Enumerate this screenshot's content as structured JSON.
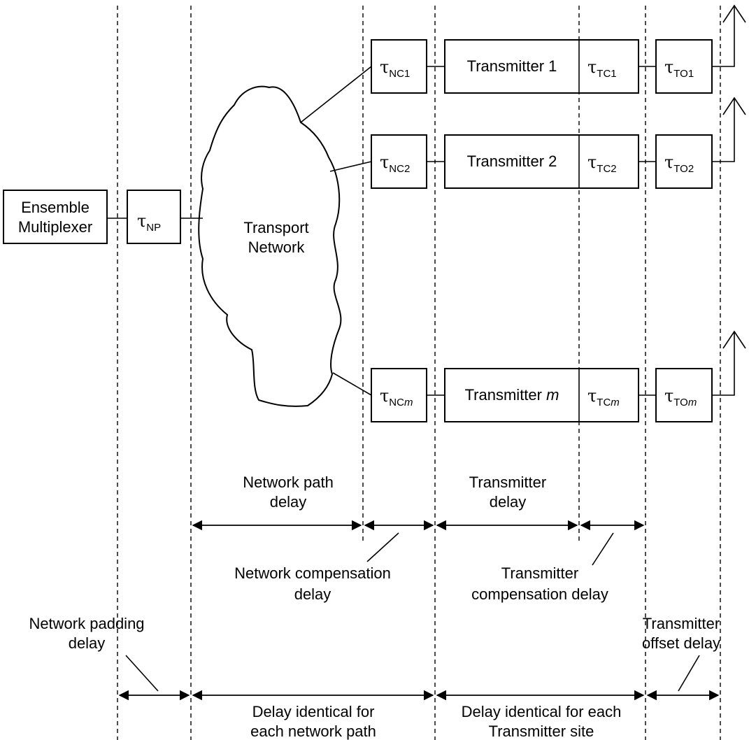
{
  "blocks": {
    "ensemble_multiplexer": [
      "Ensemble",
      "Multiplexer"
    ],
    "transport_network": [
      "Transport",
      "Network"
    ],
    "transmitter_1": "Transmitter 1",
    "transmitter_2": "Transmitter 2",
    "transmitter_m_prefix": "Transmitter ",
    "transmitter_m_suffix": "m"
  },
  "delays": {
    "tau_symbol": "τ",
    "np": "NP",
    "nc1": "NC1",
    "nc2": "NC2",
    "ncm_prefix": "NC",
    "tc1": "TC1",
    "tc2": "TC2",
    "tcm_prefix": "TC",
    "to1": "TO1",
    "to2": "TO2",
    "tom_prefix": "TO",
    "m": "m"
  },
  "labels": {
    "network_path_delay": [
      "Network path",
      "delay"
    ],
    "transmitter_delay": [
      "Transmitter",
      "delay"
    ],
    "network_compensation_delay": [
      "Network compensation",
      "delay"
    ],
    "transmitter_compensation_delay": [
      "Transmitter",
      "compensation delay"
    ],
    "network_padding_delay": [
      "Network padding",
      "delay"
    ],
    "transmitter_offset_delay": [
      "Transmitter",
      "offset delay"
    ],
    "identical_network_path": [
      "Delay identical for",
      "each network path"
    ],
    "identical_transmitter_site": [
      "Delay identical for each",
      "Transmitter site"
    ]
  }
}
